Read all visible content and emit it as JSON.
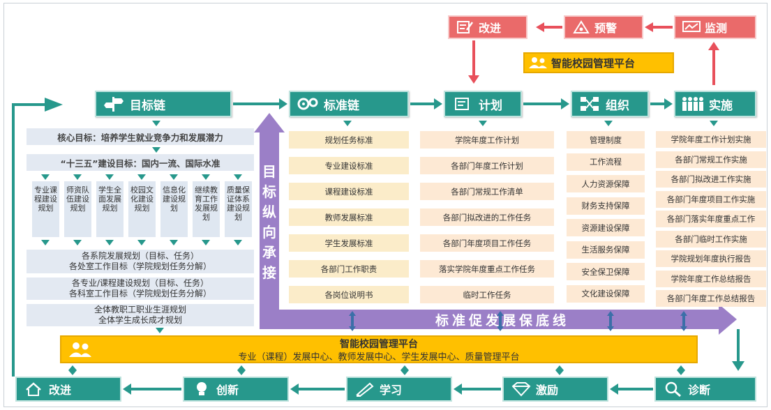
{
  "chain": {
    "goal": "目标链",
    "standard": "标准链",
    "plan": "计划",
    "organize": "组织",
    "implement": "实施"
  },
  "top_loop": {
    "improve": "改进",
    "warning": "预警",
    "monitor": "监测"
  },
  "platform_top": "智能校园管理平台",
  "goals": {
    "core": "核心目标：培养学生就业竞争力和发展潜力",
    "five_year": "“十三五”建设目标：国内一流、国际水准",
    "plans": [
      "专业课程建设规划",
      "师资队伍建设规划",
      "学生全面发展规划",
      "校园文化建设规划",
      "信息化建设规划",
      "继续教育工作发展规划",
      "质量保证体系建设规划"
    ],
    "dept": [
      "各系院发展规划（目标、任务）",
      "各处室工作目标（学院规划任务分解）"
    ],
    "major": [
      "各专业/课程建设规划（目标、任务）",
      "各科室工作目标（学院规划任务分解）"
    ],
    "career": [
      "全体教职工职业生涯规划",
      "全体学生成长成才规划"
    ]
  },
  "vertical_text": [
    "目",
    "标",
    "纵",
    "向",
    "承",
    "接"
  ],
  "standards": [
    "规划任务标准",
    "专业建设标准",
    "课程建设标准",
    "教师发展标准",
    "学生发展标准",
    "各部门工作职责",
    "各岗位说明书"
  ],
  "plans": [
    "学院年度工作计划",
    "各部门年度工作计划",
    "各部门常规工作清单",
    "各部门拟改进的工作任务",
    "各部门年度项目工作任务",
    "落实学院年度重点工作任务",
    "临时工作任务"
  ],
  "organize": [
    "管理制度",
    "工作流程",
    "人力资源保障",
    "财务支持保障",
    "资源建设保障",
    "生活服务保障",
    "安全保卫保障",
    "文化建设保障"
  ],
  "implement": [
    "学院年度工作计划实施",
    "各部门常规工作实施",
    "各部门拟改进工作实施",
    "各部门年度项目工作实施",
    "各部门落实年度重点工作",
    "各部门临时工作实施",
    "学院规划年度执行报告",
    "学院年度工作总结报告",
    "各部门年度工作总结报告"
  ],
  "horizontal_arrow": "标准促发展保底线",
  "platform_bottom": {
    "title": "智能校园管理平台",
    "subtitle": "专业（课程）发展中心、教师发展中心、学生发展中心、质量管理平台"
  },
  "bottom_loop": {
    "improve": "改进",
    "innovate": "创新",
    "learn": "学习",
    "motivate": "激励",
    "diagnose": "诊断"
  },
  "colors": {
    "teal": "#27988c",
    "red": "#ea6a6a",
    "purple": "#9b7fc7",
    "gold": "#ffc000"
  }
}
